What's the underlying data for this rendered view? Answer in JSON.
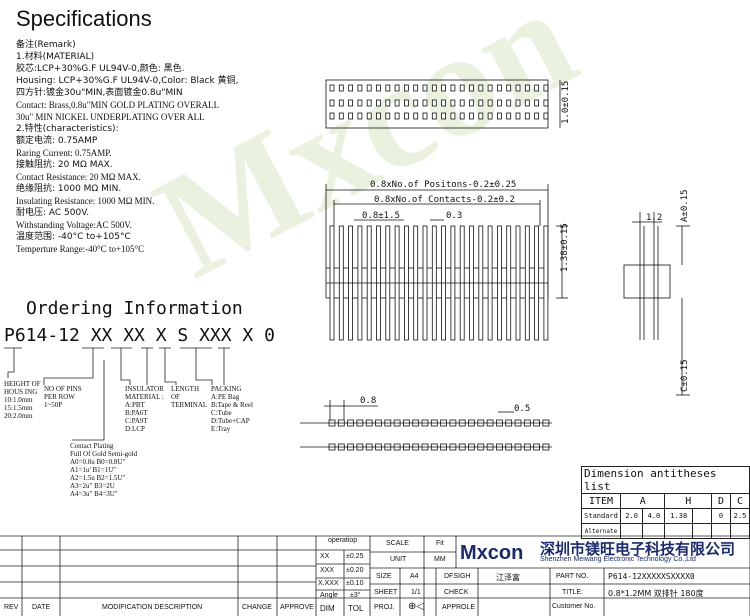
{
  "title": "Specifications",
  "watermark": "Mxcon",
  "spec_lines": [
    "备注(Remark)",
    "1.材料(MATERIAL)",
    "胶芯:LCP+30%G.F UL94V-0,颜色: 黑色.",
    "Housing: LCP+30%G.F UL94V-0,Color: Black 黄铜,",
    "四方针:镀金30u\"MIN,表面镀金0.8u\"MIN",
    "Contact: Brass,0.8u\"MIN GOLD PLATING OVERALL",
    "      30u\" MIN NICKEL UNDERPLATING OVER ALL",
    "2.特性(characteristics):",
    "额定电流: 0.75AMP",
    "Raring Current: 0.75AMP.",
    "接触阻抗: 20 MΩ MAX.",
    "Contact Resistance: 20 MΩ MAX.",
    "绝缘阻抗: 1000 MΩ MIN.",
    "Insulating Resistance: 1000 MΩ MIN.",
    "耐电压: AC 500V.",
    "Withstanding Voltage:AC 500V.",
    "温度范围: -40°C to+105°C",
    "Temperture Range:-40°C to+105°C"
  ],
  "ordering": {
    "title": "Ordering Information",
    "code": "P614-12 XX XX X S XXX X  0",
    "height_of_housing": "HEIGHT OF\nHOUS ING\n10:1.0mm\n15:1.5mm\n20:2.0mm",
    "no_of_pins": "NO OF PINS\nPER ROW\n1~50P",
    "insulator_material": "INSULATOR\nMATERIAL :\nA:PBT\nB:PA6T\nC:PA9T\nD:LCP",
    "length_of_terminal": "LENGTH\nOF\nTERMINAL",
    "packing": "PACKING\nA:PE Bag\nB:Tape & Reel\nC:Tube\nD:Tube+CAP\nE:Tray",
    "contact_plating": "Contact Plating\nFull Of Gold Semi-gold\nA0=0.8u B0=0.8U\"\nA1=1u' B1=1U\"\nA2=1.5u B2=1.5U\"\nA3=2u\" B3=2U\nA4=3u\" B4=3U\""
  },
  "dimensions": {
    "positions": "0.8xNo.of Positons-0.2±0.25",
    "contacts": "0.8xNo.of Contacts-0.2±0.2",
    "pitch": "0.8±1.5",
    "d03": "0.3",
    "h": "1.38±0.15",
    "side_top": "1.0±0.15",
    "w12": "1.2",
    "a": "A±0.15",
    "c": "C±0.15",
    "pitch2": "0.8",
    "d05": "0.5"
  },
  "dim_table": {
    "title": "Dimension antitheses list",
    "headers": [
      "ITEM",
      "A",
      "H",
      "D",
      "C"
    ],
    "standard": [
      "Standard",
      "2.0",
      "4.0",
      "1.38",
      "",
      "0",
      "2.5"
    ],
    "alternate": "Alternate"
  },
  "title_block": {
    "operation": "operatiop",
    "xx": "XX",
    "xx_tol": "±0.25",
    "xxx": "XXX",
    "xxx_tol": "±0.20",
    "xxxx": "X.XXX",
    "xxxx_tol": "±0.10",
    "angle": "Angle",
    "angle_tol": "±3°",
    "dim": "DIM",
    "tol": "TOL",
    "scale": "SCALE",
    "fit": "Fit",
    "unit": "UNIT",
    "mm": "MM",
    "size": "SIZE",
    "a4": "A4",
    "dfsigh": "DFSIGH",
    "designer": "江泽富",
    "sheet": "SHEET",
    "sheet_no": "1/1",
    "check": "CHECK",
    "proj": "PROJ.",
    "approle": "APPROLE",
    "part_no_label": "PART NO.",
    "part_no": "P614-12XXXXXSXXXX0",
    "title_label": "TITLE:",
    "title_value": "0.8*1.2MM 双排针  180度",
    "customer_no": "Customer No.",
    "rev": "REV",
    "date": "DATE",
    "modification": "MODIFICATION DESCRIPTION",
    "change": "CHANGE",
    "approve": "APPROVE",
    "logo": "Mxcon",
    "company_cn": "深圳市镁旺电子科技有限公司",
    "company_en": "Shenzhen Meiwang Electronic Technology Co.,Ltd"
  }
}
